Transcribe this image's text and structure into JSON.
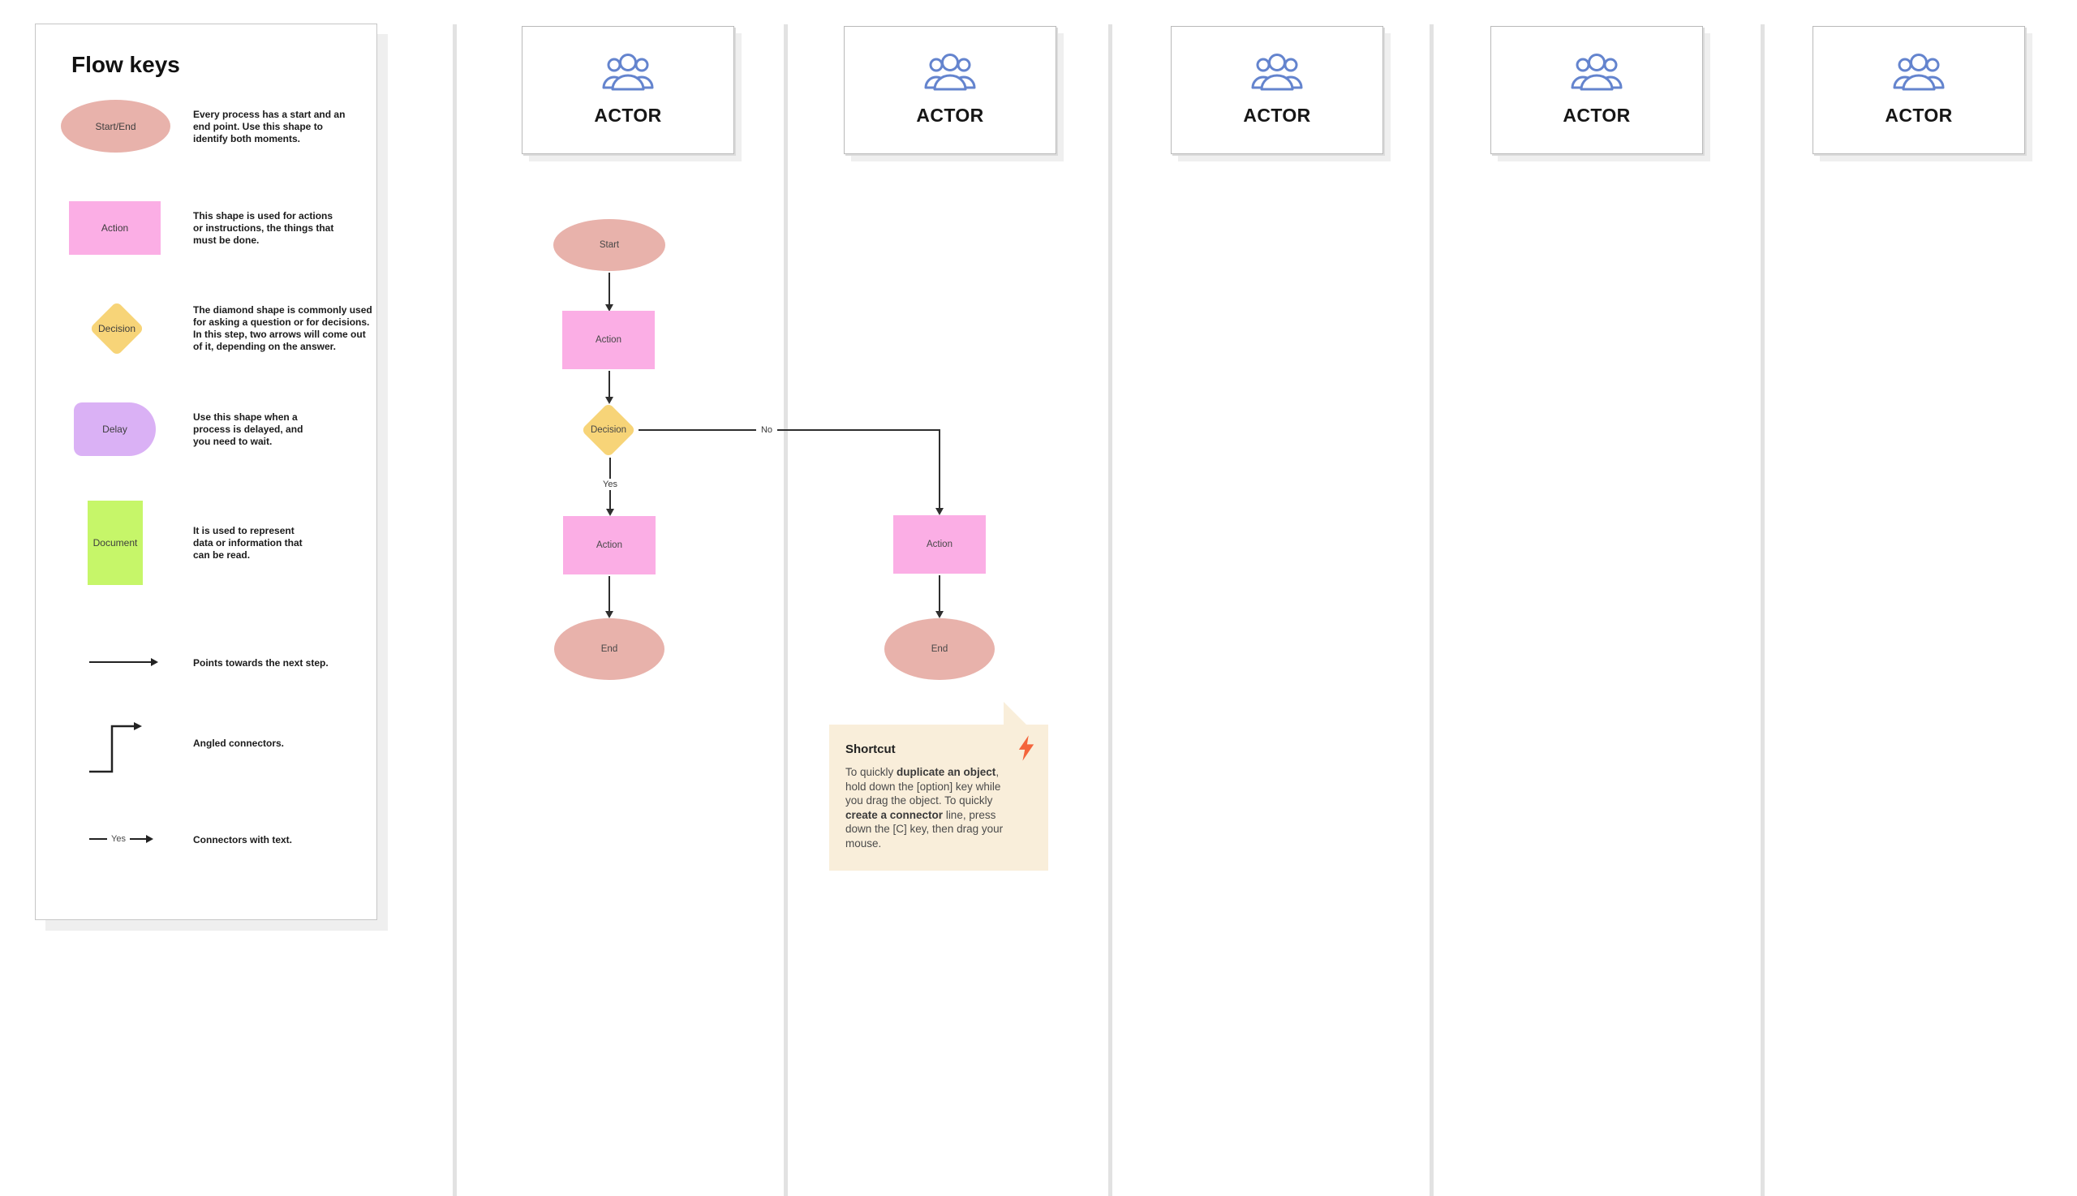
{
  "colors": {
    "start_end_fill": "#E8B2AB",
    "action_fill": "#FBAEE5",
    "decision_fill": "#F7D478",
    "delay_fill": "#DAB1F5",
    "document_fill": "#C6F669",
    "actor_icon": "#6484CE",
    "note_bg": "#F9EEDA",
    "bolt_orange": "#F4653C",
    "connector_dark": "#2E2E2E",
    "lane_divider": "#E2E2E2"
  },
  "legend": {
    "title": "Flow keys",
    "items": [
      {
        "label": "Start/End",
        "description": "Every process has a start and an\nend point. Use this shape to\nidentify both moments."
      },
      {
        "label": "Action",
        "description": "This shape is used for actions\nor instructions, the things that\nmust be done."
      },
      {
        "label": "Decision",
        "description": "The diamond shape is commonly used\nfor asking a question or for decisions.\nIn this step, two arrows will come out\nof it, depending on the answer."
      },
      {
        "label": "Delay",
        "description": "Use this shape when a\nprocess is delayed, and\nyou need to wait."
      },
      {
        "label": "Document",
        "description": "It is used to represent\ndata or information that\ncan be read."
      },
      {
        "description": "Points towards the next step."
      },
      {
        "description": "Angled connectors."
      },
      {
        "sample_label": "Yes",
        "description": "Connectors with text."
      }
    ]
  },
  "lanes": [
    {
      "header": "ACTOR"
    },
    {
      "header": "ACTOR"
    },
    {
      "header": "ACTOR"
    },
    {
      "header": "ACTOR"
    },
    {
      "header": "ACTOR"
    }
  ],
  "flowchart": {
    "nodes": [
      {
        "type": "start-end",
        "label": "Start"
      },
      {
        "type": "action",
        "label": "Action"
      },
      {
        "type": "decision",
        "label": "Decision"
      },
      {
        "type": "action",
        "label": "Action"
      },
      {
        "type": "start-end",
        "label": "End"
      },
      {
        "type": "action",
        "label": "Action"
      },
      {
        "type": "start-end",
        "label": "End"
      }
    ],
    "connectors": {
      "yes_label": "Yes",
      "no_label": "No"
    }
  },
  "note": {
    "title": "Shortcut",
    "body_segments": [
      {
        "t": "To quickly ",
        "b": false
      },
      {
        "t": "duplicate an object",
        "b": true
      },
      {
        "t": ",\nhold down the [option] key while\nyou drag the object. To quickly\n",
        "b": false
      },
      {
        "t": "create a connector",
        "b": true
      },
      {
        "t": " line, press\ndown the [C] key, then drag your\nmouse.",
        "b": false
      }
    ]
  }
}
